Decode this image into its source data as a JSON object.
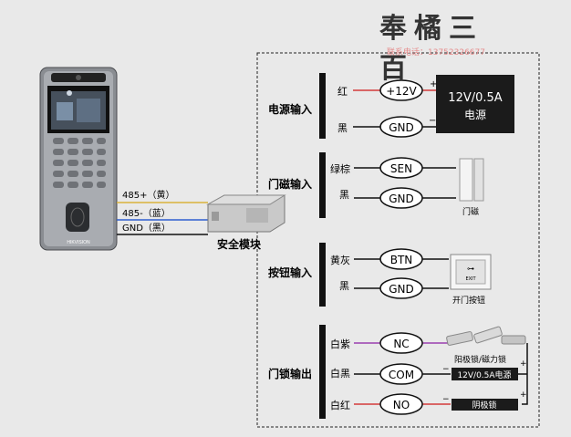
{
  "watermark": {
    "brand": "奉橘三百",
    "contact": "联系电话：13752326677"
  },
  "device": {
    "brand_text": "HIKVISION"
  },
  "rs485": {
    "lines": [
      {
        "label": "485+（黄）",
        "color": "#d9b23a"
      },
      {
        "label": "485-（蓝）",
        "color": "#2f5fd0"
      },
      {
        "label": "GND（黑）",
        "color": "#111111"
      }
    ],
    "module_label": "安全模块"
  },
  "groups": [
    {
      "title": "电源输入",
      "rows": [
        {
          "wire": "红",
          "terminal": "+12V",
          "wire_color": "#d43a3a"
        },
        {
          "wire": "黑",
          "terminal": "GND",
          "wire_color": "#111111"
        }
      ]
    },
    {
      "title": "门磁输入",
      "rows": [
        {
          "wire": "绿棕",
          "terminal": "SEN",
          "wire_color": "#111111"
        },
        {
          "wire": "黑",
          "terminal": "GND",
          "wire_color": "#111111"
        }
      ]
    },
    {
      "title": "按钮输入",
      "rows": [
        {
          "wire": "黄灰",
          "terminal": "BTN",
          "wire_color": "#111111"
        },
        {
          "wire": "黑",
          "terminal": "GND",
          "wire_color": "#111111"
        }
      ]
    },
    {
      "title": "门锁输出",
      "rows": [
        {
          "wire": "白紫",
          "terminal": "NC",
          "wire_color": "#9a3fb0"
        },
        {
          "wire": "白黑",
          "terminal": "COM",
          "wire_color": "#111111"
        },
        {
          "wire": "白红",
          "terminal": "NO",
          "wire_color": "#d43a3a"
        }
      ]
    }
  ],
  "power_supply": {
    "line1": "12V/0.5A",
    "line2": "电源",
    "plus": "+",
    "minus": "−"
  },
  "door_sensor_label": "门磁",
  "exit_button": {
    "label": "开门按钮",
    "face_text": "EXIT"
  },
  "lock": {
    "anode_lock_label": "阳极锁/磁力锁",
    "psu_label": "12V/0.5A电源",
    "cathode_lock_label": "阴极锁",
    "plus": "+",
    "minus": "−"
  },
  "colors": {
    "background": "#e9e9e9",
    "wire_red": "#d43a3a",
    "wire_purple": "#9a3fb0"
  }
}
